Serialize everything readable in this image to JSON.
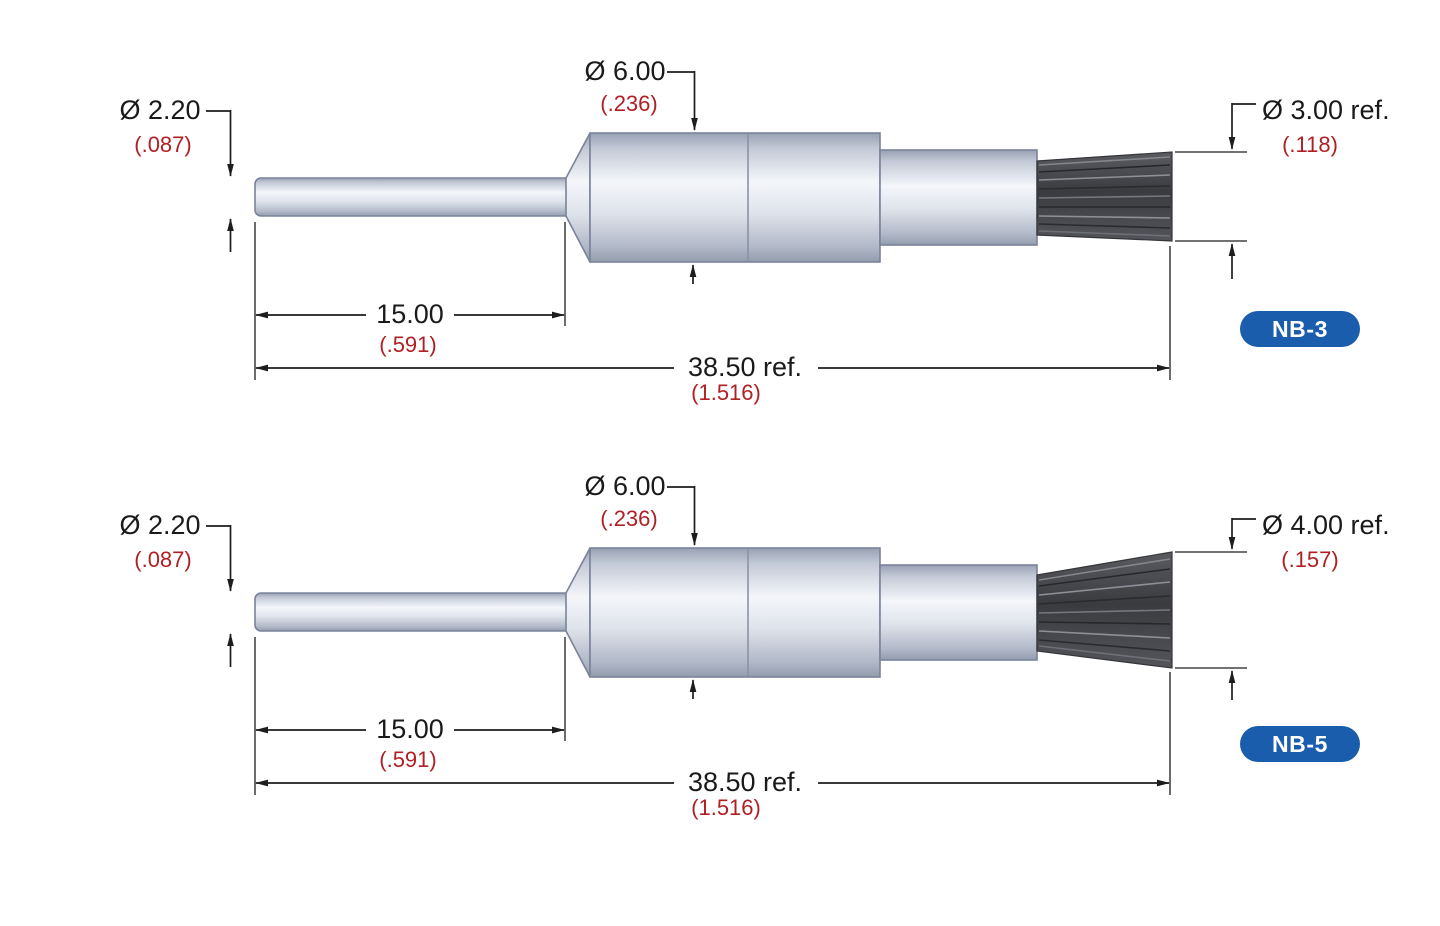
{
  "colors": {
    "dimension_text": "#1a1a1c",
    "dimension_secondary_text": "#b01f24",
    "badge_background": "#1a5dad",
    "badge_text": "#ffffff"
  },
  "drawings": [
    {
      "model": "NB-3",
      "dimensions": {
        "shaft_diameter_mm": "Ø 2.20",
        "shaft_diameter_in": "(.087)",
        "body_diameter_mm": "Ø 6.00",
        "body_diameter_in": "(.236)",
        "tip_diameter_mm": "Ø 3.00 ref.",
        "tip_diameter_in": "(.118)",
        "shaft_length_mm": "15.00",
        "shaft_length_in": "(.591)",
        "overall_length_mm": "38.50 ref.",
        "overall_length_in": "(1.516)"
      }
    },
    {
      "model": "NB-5",
      "dimensions": {
        "shaft_diameter_mm": "Ø 2.20",
        "shaft_diameter_in": "(.087)",
        "body_diameter_mm": "Ø 6.00",
        "body_diameter_in": "(.236)",
        "tip_diameter_mm": "Ø 4.00 ref.",
        "tip_diameter_in": "(.157)",
        "shaft_length_mm": "15.00",
        "shaft_length_in": "(.591)",
        "overall_length_mm": "38.50 ref.",
        "overall_length_in": "(1.516)"
      }
    }
  ]
}
